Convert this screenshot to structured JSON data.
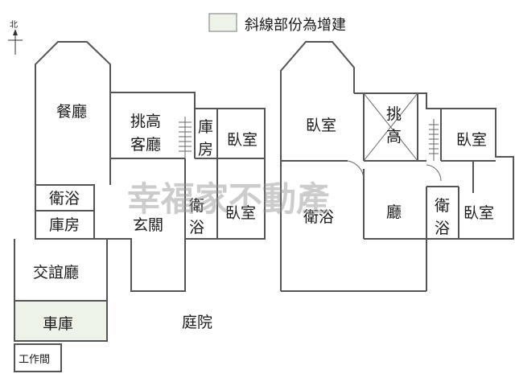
{
  "legend": {
    "label": "斜線部份為增建",
    "swatch_color": "#edf3e8"
  },
  "north": {
    "label": "北"
  },
  "watermark": "幸福家不動產",
  "colors": {
    "wall": "#555555",
    "addition_fill": "#edf3e8"
  },
  "rooms": {
    "dining": "餐廳",
    "living_line1": "挑高",
    "living_line2": "客廳",
    "garage_a_line1": "庫",
    "garage_a_line2": "房",
    "bedroom_a": "臥室",
    "bath_a": "衛浴",
    "storage_a": "庫房",
    "foyer": "玄關",
    "bath_b_line1": "衛",
    "bath_b_line2": "浴",
    "bedroom_b": "臥室",
    "lounge": "交誼廳",
    "car_garage": "車庫",
    "workshop": "工作間",
    "courtyard": "庭院",
    "bedroom_c": "臥室",
    "high_line1": "挑",
    "high_line2": "高",
    "bedroom_d": "臥室",
    "bath_c": "衛浴",
    "hall": "廳",
    "bath_d_line1": "衛",
    "bath_d_line2": "浴",
    "bedroom_e": "臥室"
  }
}
